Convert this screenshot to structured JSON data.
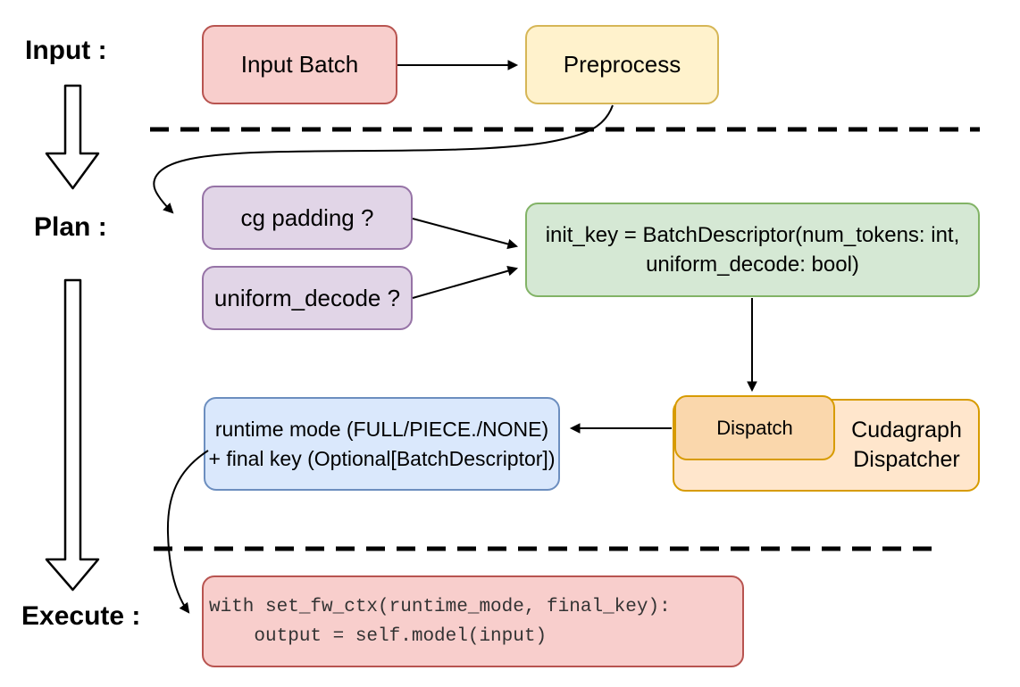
{
  "diagram_title": "",
  "labels": {
    "input": "Input :",
    "plan": "Plan :",
    "execute": "Execute :"
  },
  "boxes": {
    "input_batch": {
      "text": "Input Batch",
      "fill": "#f8cecc",
      "border": "#b85450"
    },
    "preprocess": {
      "text": "Preprocess",
      "fill": "#fff2cc",
      "border": "#d6b656"
    },
    "cg_padding": {
      "text": "cg padding ?",
      "fill": "#e1d5e7",
      "border": "#9673a6"
    },
    "uniform_decode": {
      "text": "uniform_decode ?",
      "fill": "#e1d5e7",
      "border": "#9673a6"
    },
    "init_key": {
      "line1": "init_key = BatchDescriptor(num_tokens: int,",
      "line2": "uniform_decode: bool)",
      "fill": "#d5e8d4",
      "border": "#82b366"
    },
    "dispatch": {
      "text": "Dispatch",
      "fill": "#fad7ac",
      "border": "#d79b00"
    },
    "cudagraph_dispatcher": {
      "line1": "Cudagraph",
      "line2": "Dispatcher",
      "fill": "#ffe6cc",
      "border": "#d79b00"
    },
    "runtime_mode": {
      "line1": "runtime mode (FULL/PIECE./NONE)",
      "line2": "+ final key (Optional[BatchDescriptor])",
      "fill": "#dae8fc",
      "border": "#6c8ebf"
    },
    "execute_code": {
      "line1": "with set_fw_ctx(runtime_mode, final_key):",
      "line2": "    output = self.model(input)",
      "fill": "#f8cecc",
      "border": "#b85450"
    }
  },
  "connectors": {
    "color": "#000000",
    "edges": [
      {
        "from": "input_batch",
        "to": "preprocess"
      },
      {
        "from": "preprocess",
        "to": "cg_padding"
      },
      {
        "from": "cg_padding",
        "to": "init_key"
      },
      {
        "from": "uniform_decode",
        "to": "init_key"
      },
      {
        "from": "init_key",
        "to": "dispatch"
      },
      {
        "from": "dispatch",
        "to": "runtime_mode"
      },
      {
        "from": "runtime_mode",
        "to": "execute_code"
      },
      {
        "from": "input_stage",
        "to": "plan_stage"
      },
      {
        "from": "plan_stage",
        "to": "execute_stage"
      }
    ]
  }
}
